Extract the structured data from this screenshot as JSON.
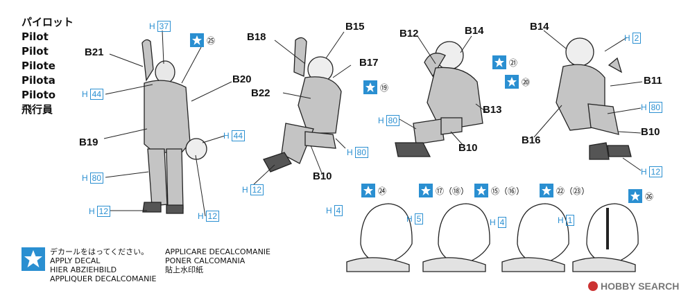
{
  "title_lines": [
    "パイロット",
    "Pilot",
    "Pilot",
    "Pilote",
    "Pilota",
    "Piloto",
    "飛行員"
  ],
  "parts": {
    "b21": "B21",
    "b19": "B19",
    "b20": "B20",
    "b18": "B18",
    "b15": "B15",
    "b17": "B17",
    "b22": "B22",
    "b10a": "B10",
    "b12": "B12",
    "b14a": "B14",
    "b13": "B13",
    "b10b": "B10",
    "b14b": "B14",
    "b11": "B11",
    "b16": "B16",
    "b10c": "B10"
  },
  "paint": {
    "h_letter": "H",
    "n37": "37",
    "n44a": "44",
    "n44b": "44",
    "n80a": "80",
    "n12a": "12",
    "n12b": "12",
    "n12c": "12",
    "n80b": "80",
    "n80c": "80",
    "n2": "2",
    "n80d": "80",
    "n12d": "12",
    "n4a": "4",
    "n5": "5",
    "n4b": "4",
    "n1": "1"
  },
  "decals": {
    "d25": "㉕",
    "d19": "⑲",
    "d21": "㉑",
    "d20": "⑳",
    "d24": "㉔",
    "d17_18": "⑰（⑱）",
    "d15_16": "⑮（⑯）",
    "d22_23": "㉒（㉓）",
    "d26": "㉖"
  },
  "legend": {
    "col1": [
      "デカールをはってください。",
      "APPLY DECAL",
      "HIER ABZIEHBILD",
      "APPLIQUER DECALCOMANIE"
    ],
    "col2": [
      "APPLICARE DECALCOMANIE",
      "PONER CALCOMANIA",
      "貼上水印紙"
    ]
  },
  "watermark": "HOBBY SEARCH",
  "colors": {
    "accent": "#2a8fd1",
    "ink": "#111111",
    "figure_fill": "#bdbdbd"
  }
}
